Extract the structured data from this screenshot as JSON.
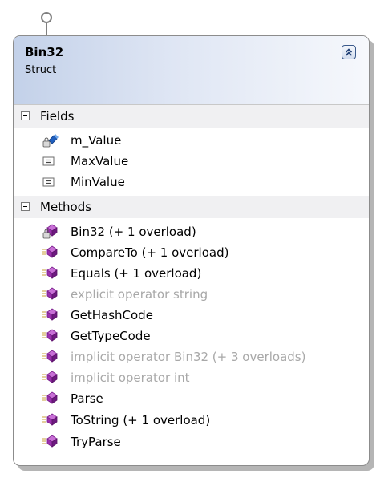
{
  "class": {
    "name": "Bin32",
    "kind": "Struct"
  },
  "sections": [
    {
      "title": "Fields",
      "members": [
        {
          "label": "m_Value",
          "icon": "field-private-icon",
          "muted": false
        },
        {
          "label": "MaxValue",
          "icon": "constant-icon",
          "muted": false
        },
        {
          "label": "MinValue",
          "icon": "constant-icon",
          "muted": false
        }
      ]
    },
    {
      "title": "Methods",
      "members": [
        {
          "label": "Bin32 (+ 1 overload)",
          "icon": "method-private-icon",
          "muted": false
        },
        {
          "label": "CompareTo (+ 1 overload)",
          "icon": "method-icon",
          "muted": false
        },
        {
          "label": "Equals (+ 1 overload)",
          "icon": "method-icon",
          "muted": false
        },
        {
          "label": "explicit operator string",
          "icon": "method-icon",
          "muted": true
        },
        {
          "label": "GetHashCode",
          "icon": "method-icon",
          "muted": false
        },
        {
          "label": "GetTypeCode",
          "icon": "method-icon",
          "muted": false
        },
        {
          "label": "implicit operator Bin32 (+ 3 overloads)",
          "icon": "method-icon",
          "muted": true
        },
        {
          "label": "implicit operator int",
          "icon": "method-icon",
          "muted": true
        },
        {
          "label": "Parse",
          "icon": "method-icon",
          "muted": false
        },
        {
          "label": "ToString (+ 1 overload)",
          "icon": "method-icon",
          "muted": false
        },
        {
          "label": "TryParse",
          "icon": "method-icon",
          "muted": false
        }
      ]
    }
  ],
  "colors": {
    "header_gradient_start": "#c3d1e9",
    "header_gradient_end": "#f6f8fc",
    "section_background": "#f0f0f2",
    "muted_text": "#a8a8a8",
    "method_icon": "#9b2fae",
    "field_icon": "#1f5fbf"
  }
}
